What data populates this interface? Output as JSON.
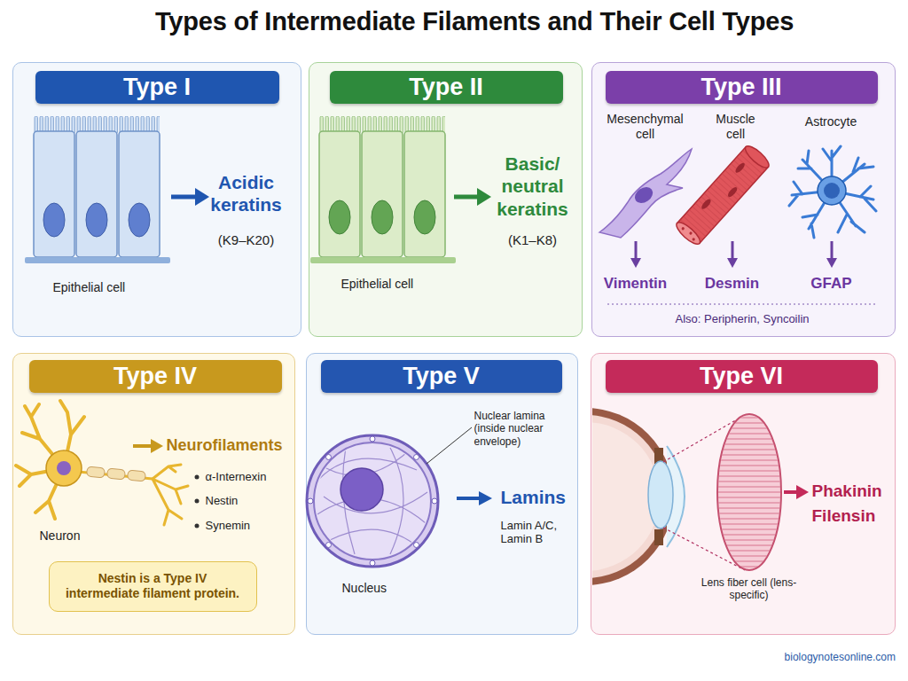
{
  "diagram": {
    "title": "Types of Intermediate Filaments and Their Cell Types",
    "nodes": [
      {
        "text": [
          "Type I",
          "Acidic keratins",
          "(K9–K20)",
          "Epithelial cell"
        ]
      },
      {
        "text": [
          "Type II",
          "Basic/ neutral keratins",
          "(K1–K8)",
          "Epithelial cell"
        ]
      },
      {
        "text": [
          "Type III",
          "Mesenchymal cell",
          "Muscle cell",
          "Astrocyte",
          "Vimentin",
          "Desmin",
          "GFAP",
          "Also: Peripherin, Syncoilin"
        ]
      },
      {
        "text": [
          "Type IV",
          "Neurofilaments",
          "α-Internexin",
          "Nestin",
          "Synemin",
          "Neuron"
        ]
      },
      {
        "text": [
          "Nestin is a Type IV intermediate filament protein."
        ],
        "in": 3
      },
      {
        "text": [
          "Type V",
          "Nuclear lamina (inside nuclear envelope)",
          "Lamins",
          "Lamin A/C, Lamin B",
          "Nucleus"
        ]
      },
      {
        "text": [
          "Type VI",
          "Phakinin",
          "Filensin",
          "Lens fiber cell (lens-specific)"
        ]
      }
    ],
    "labels": [
      "biologynotesonline.com"
    ]
  }
}
